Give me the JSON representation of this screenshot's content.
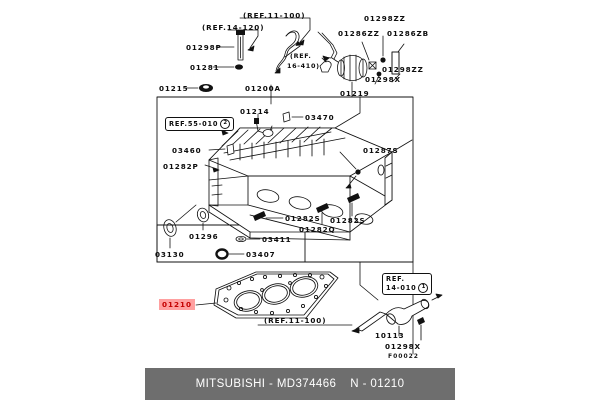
{
  "caption": {
    "brand_part": "MITSUBISHI - MD374466",
    "position_code": "N - 01210"
  },
  "diagram": {
    "code": "F00022",
    "highlight_color": "#ffa0a0",
    "highlight_text_color": "#c40000",
    "line_color": "#111111",
    "background": "#ffffff"
  },
  "ref_boxes": [
    {
      "name": "ref-55-010",
      "line1": "REF.55-010",
      "circle": "2"
    },
    {
      "name": "ref-14-010",
      "line1": "REF.",
      "line2": "14-010",
      "circle": "1"
    }
  ],
  "ref_callouts": [
    {
      "name": "ref-11-100-top",
      "text": "(REF.11-100)"
    },
    {
      "name": "ref-14-120",
      "text": "(REF.14-120)"
    },
    {
      "name": "ref-16-410-l1",
      "text": "(REF."
    },
    {
      "name": "ref-16-410-l2",
      "text": "16-410)"
    },
    {
      "name": "ref-11-100-bottom",
      "text": "(REF.11-100)"
    }
  ],
  "part_numbers": {
    "top_group": [
      {
        "name": "part-01298p",
        "text": "01298P"
      },
      {
        "name": "part-01281",
        "text": "01281"
      },
      {
        "name": "part-01215",
        "text": "01215"
      },
      {
        "name": "part-01200a",
        "text": "01200A"
      },
      {
        "name": "part-01219",
        "text": "01219"
      },
      {
        "name": "part-01286zz",
        "text": "01286ZZ"
      },
      {
        "name": "part-01298zz-upper",
        "text": "01298ZZ"
      },
      {
        "name": "part-01286zb",
        "text": "01286ZB"
      },
      {
        "name": "part-01298zz-lower",
        "text": "01298ZZ"
      },
      {
        "name": "part-01298x-top",
        "text": "01298X"
      }
    ],
    "head_group": [
      {
        "name": "part-01214",
        "text": "01214"
      },
      {
        "name": "part-03470",
        "text": "03470"
      },
      {
        "name": "part-03460",
        "text": "03460"
      },
      {
        "name": "part-01282p",
        "text": "01282P"
      },
      {
        "name": "part-01287s",
        "text": "01287S"
      },
      {
        "name": "part-01282s-right",
        "text": "01282S"
      },
      {
        "name": "part-01282q",
        "text": "01282Q"
      },
      {
        "name": "part-01282s-lower",
        "text": "01282S"
      },
      {
        "name": "part-01296",
        "text": "01296"
      },
      {
        "name": "part-03411",
        "text": "03411"
      },
      {
        "name": "part-03407",
        "text": "03407"
      },
      {
        "name": "part-03130",
        "text": "03130"
      }
    ],
    "bottom_group": [
      {
        "name": "part-01210",
        "text": "01210",
        "highlighted": true
      },
      {
        "name": "part-10113",
        "text": "10113"
      },
      {
        "name": "part-01298x-bottom",
        "text": "01298X"
      }
    ]
  }
}
